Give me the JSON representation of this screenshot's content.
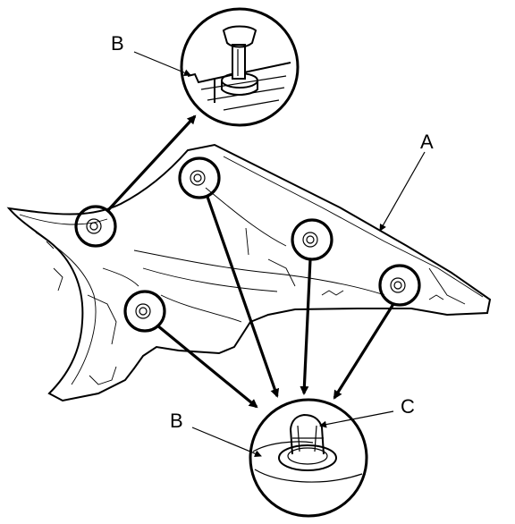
{
  "labels": {
    "part_a": "A",
    "part_b_top": "B",
    "part_b_bottom": "B",
    "part_c": "C"
  },
  "colors": {
    "line": "#000000",
    "background": "#ffffff"
  }
}
